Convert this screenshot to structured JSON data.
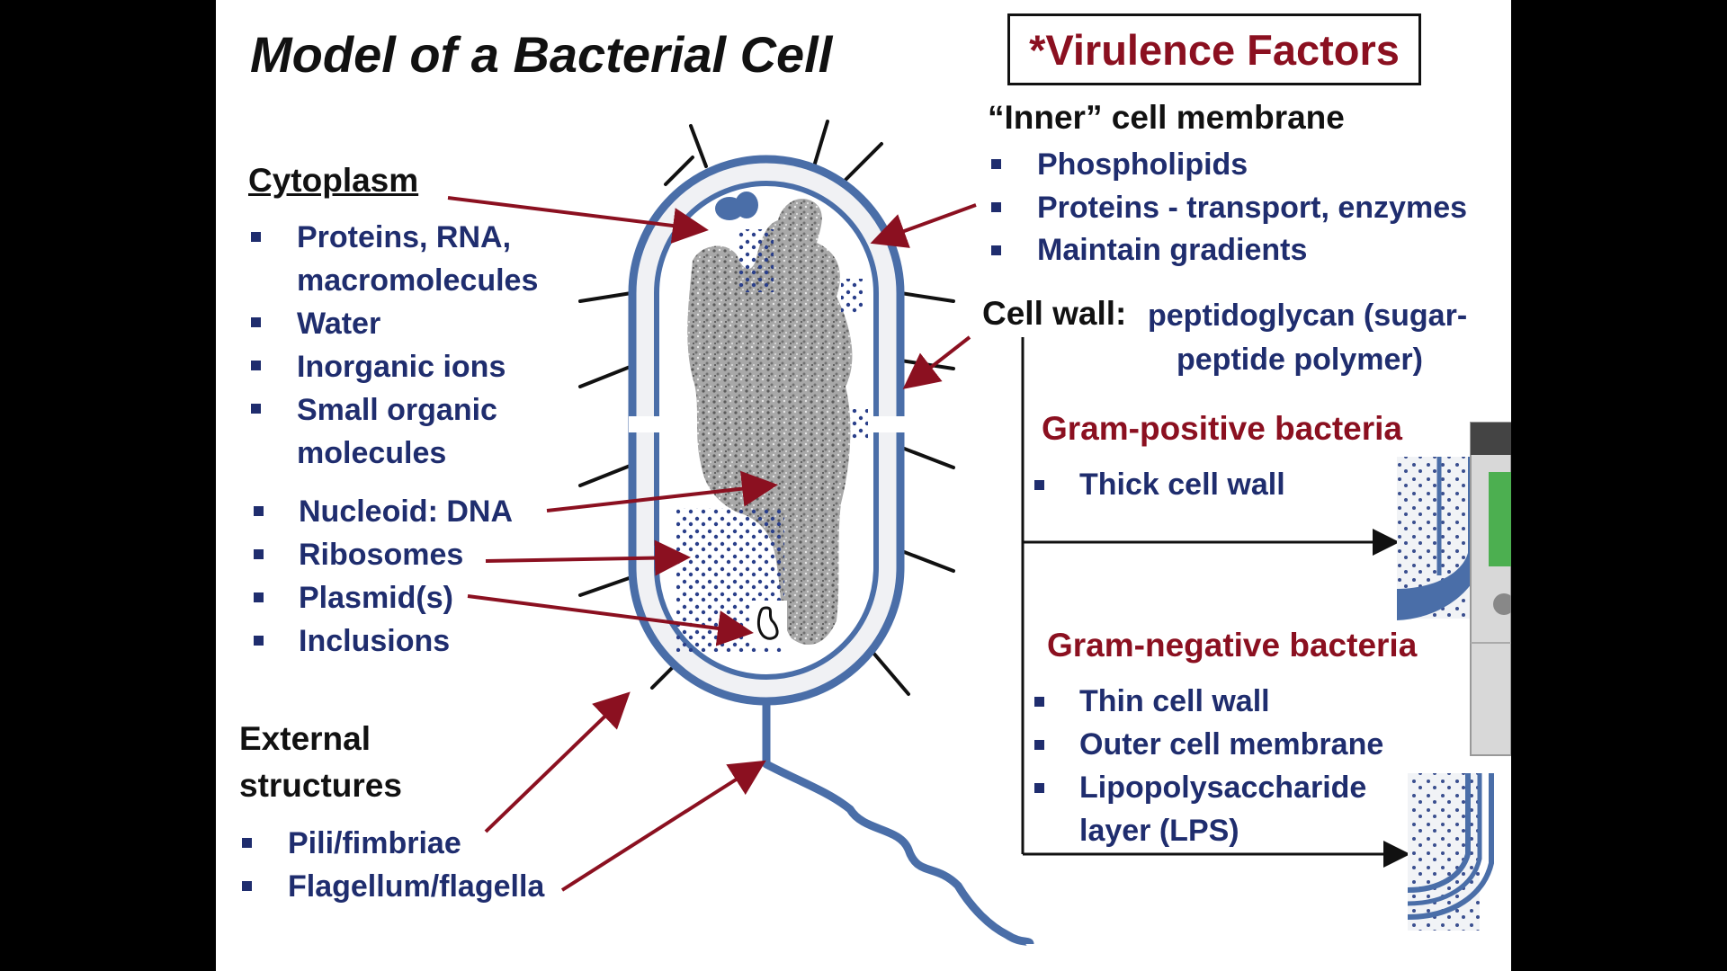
{
  "title": "Model of a Bacterial Cell",
  "virulence_box": "*Virulence Factors",
  "cytoplasm": {
    "heading": "Cytoplasm",
    "items": [
      "Proteins, RNA,",
      "macromolecules",
      "Water",
      "Inorganic ions",
      "Small organic",
      "molecules"
    ]
  },
  "cell_parts": [
    "Nucleoid:  DNA",
    "Ribosomes",
    "Plasmid(s)",
    "Inclusions"
  ],
  "external": {
    "heading_line1": "External",
    "heading_line2": "structures",
    "items": [
      "Pili/fimbriae",
      "Flagellum/flagella"
    ]
  },
  "inner_membrane": {
    "heading": "“Inner” cell membrane",
    "items": [
      "Phospholipids",
      "Proteins - transport, enzymes",
      "Maintain gradients"
    ]
  },
  "cell_wall": {
    "label": "Cell wall:",
    "desc_line1": "peptidoglycan (sugar-",
    "desc_line2": "peptide polymer)"
  },
  "gram_positive": {
    "heading": "Gram-positive bacteria",
    "items": [
      "Thick cell wall"
    ]
  },
  "gram_negative": {
    "heading": "Gram-negative bacteria",
    "items": [
      "Thin cell wall",
      "Outer cell membrane",
      "Lipopolysaccharide",
      "layer (LPS)"
    ]
  },
  "colors": {
    "accent_red": "#8b1020",
    "text_blue": "#1f2d6e",
    "membrane_blue": "#4a6ea8"
  }
}
